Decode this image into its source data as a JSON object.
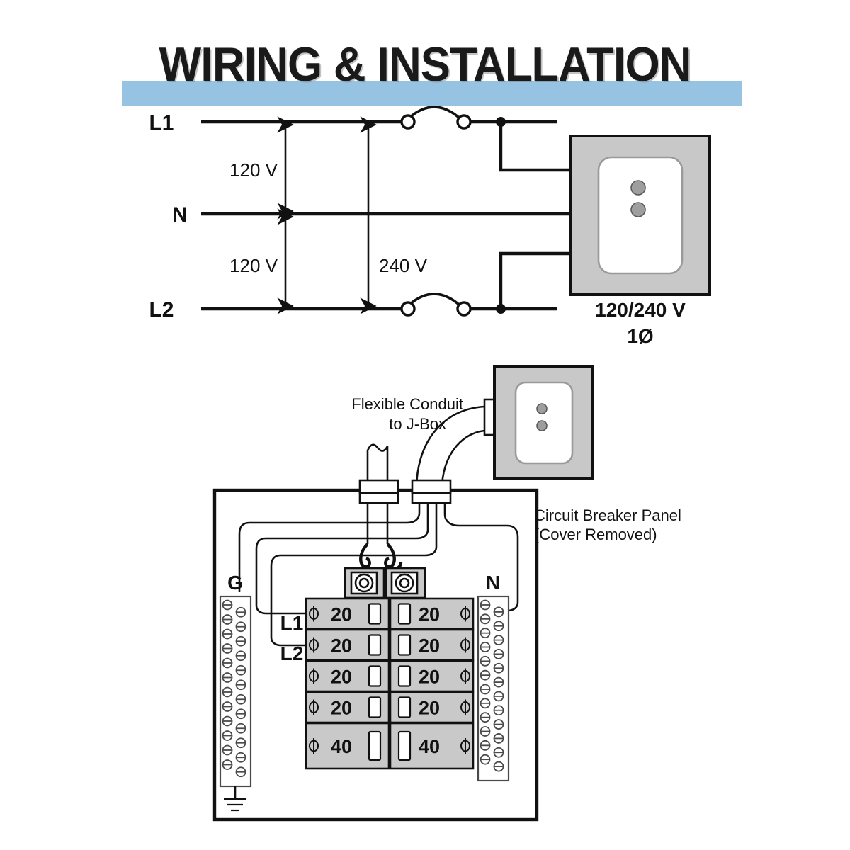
{
  "header": {
    "title": "WIRING & INSTALLATION",
    "bar_color": "#96c3e2"
  },
  "schematic": {
    "line_labels": {
      "l1": "L1",
      "n": "N",
      "l2": "L2"
    },
    "measurements": [
      {
        "id": "l1-n",
        "label": "120 V"
      },
      {
        "id": "n-l2",
        "label": "120 V"
      },
      {
        "id": "l1-l2",
        "label": "240 V"
      }
    ],
    "receptacle": {
      "caption_line1": "120/240 V",
      "caption_line2": "1Ø"
    }
  },
  "panel": {
    "conduit_note_line1": "Flexible  Conduit",
    "conduit_note_line2": "to J-Box",
    "panel_note_line1": "Circuit Breaker Panel",
    "panel_note_line2": "(Cover Removed)",
    "ground_bus_label": "G",
    "neutral_bus_label": "N",
    "phase_labels": {
      "l1": "L1",
      "l2": "L2"
    },
    "breaker_rows": [
      {
        "left": "20",
        "right": "20"
      },
      {
        "left": "20",
        "right": "20"
      },
      {
        "left": "20",
        "right": "20"
      },
      {
        "left": "20",
        "right": "20"
      },
      {
        "left": "40",
        "right": "40"
      }
    ],
    "ground_bus_screw_count": 24,
    "neutral_bus_screw_count": 24
  },
  "colors": {
    "gray_box": "#c8c8c8",
    "breaker_gray": "#c9c9c9",
    "ink": "#111111",
    "accent_blue": "#96c3e2"
  }
}
